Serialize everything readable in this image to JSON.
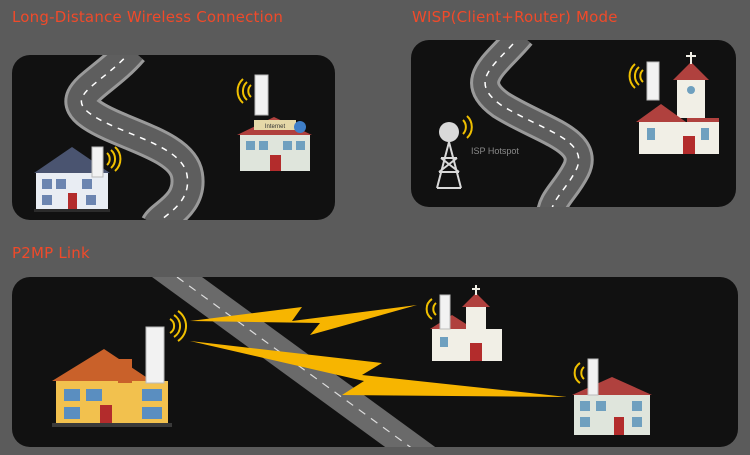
{
  "sections": {
    "long_distance": {
      "title": "Long-Distance Wireless Connection",
      "building_sign": "Internet"
    },
    "wisp": {
      "title": "WISP(Client+Router) Mode",
      "tower_label": "ISP Hotspot"
    },
    "p2mp": {
      "title": "P2MP Link"
    }
  },
  "colors": {
    "background": "#5b5b5b",
    "panel": "#111111",
    "title": "#f04a2a",
    "lightning": "#f7b500",
    "signal": "#f0c000"
  }
}
